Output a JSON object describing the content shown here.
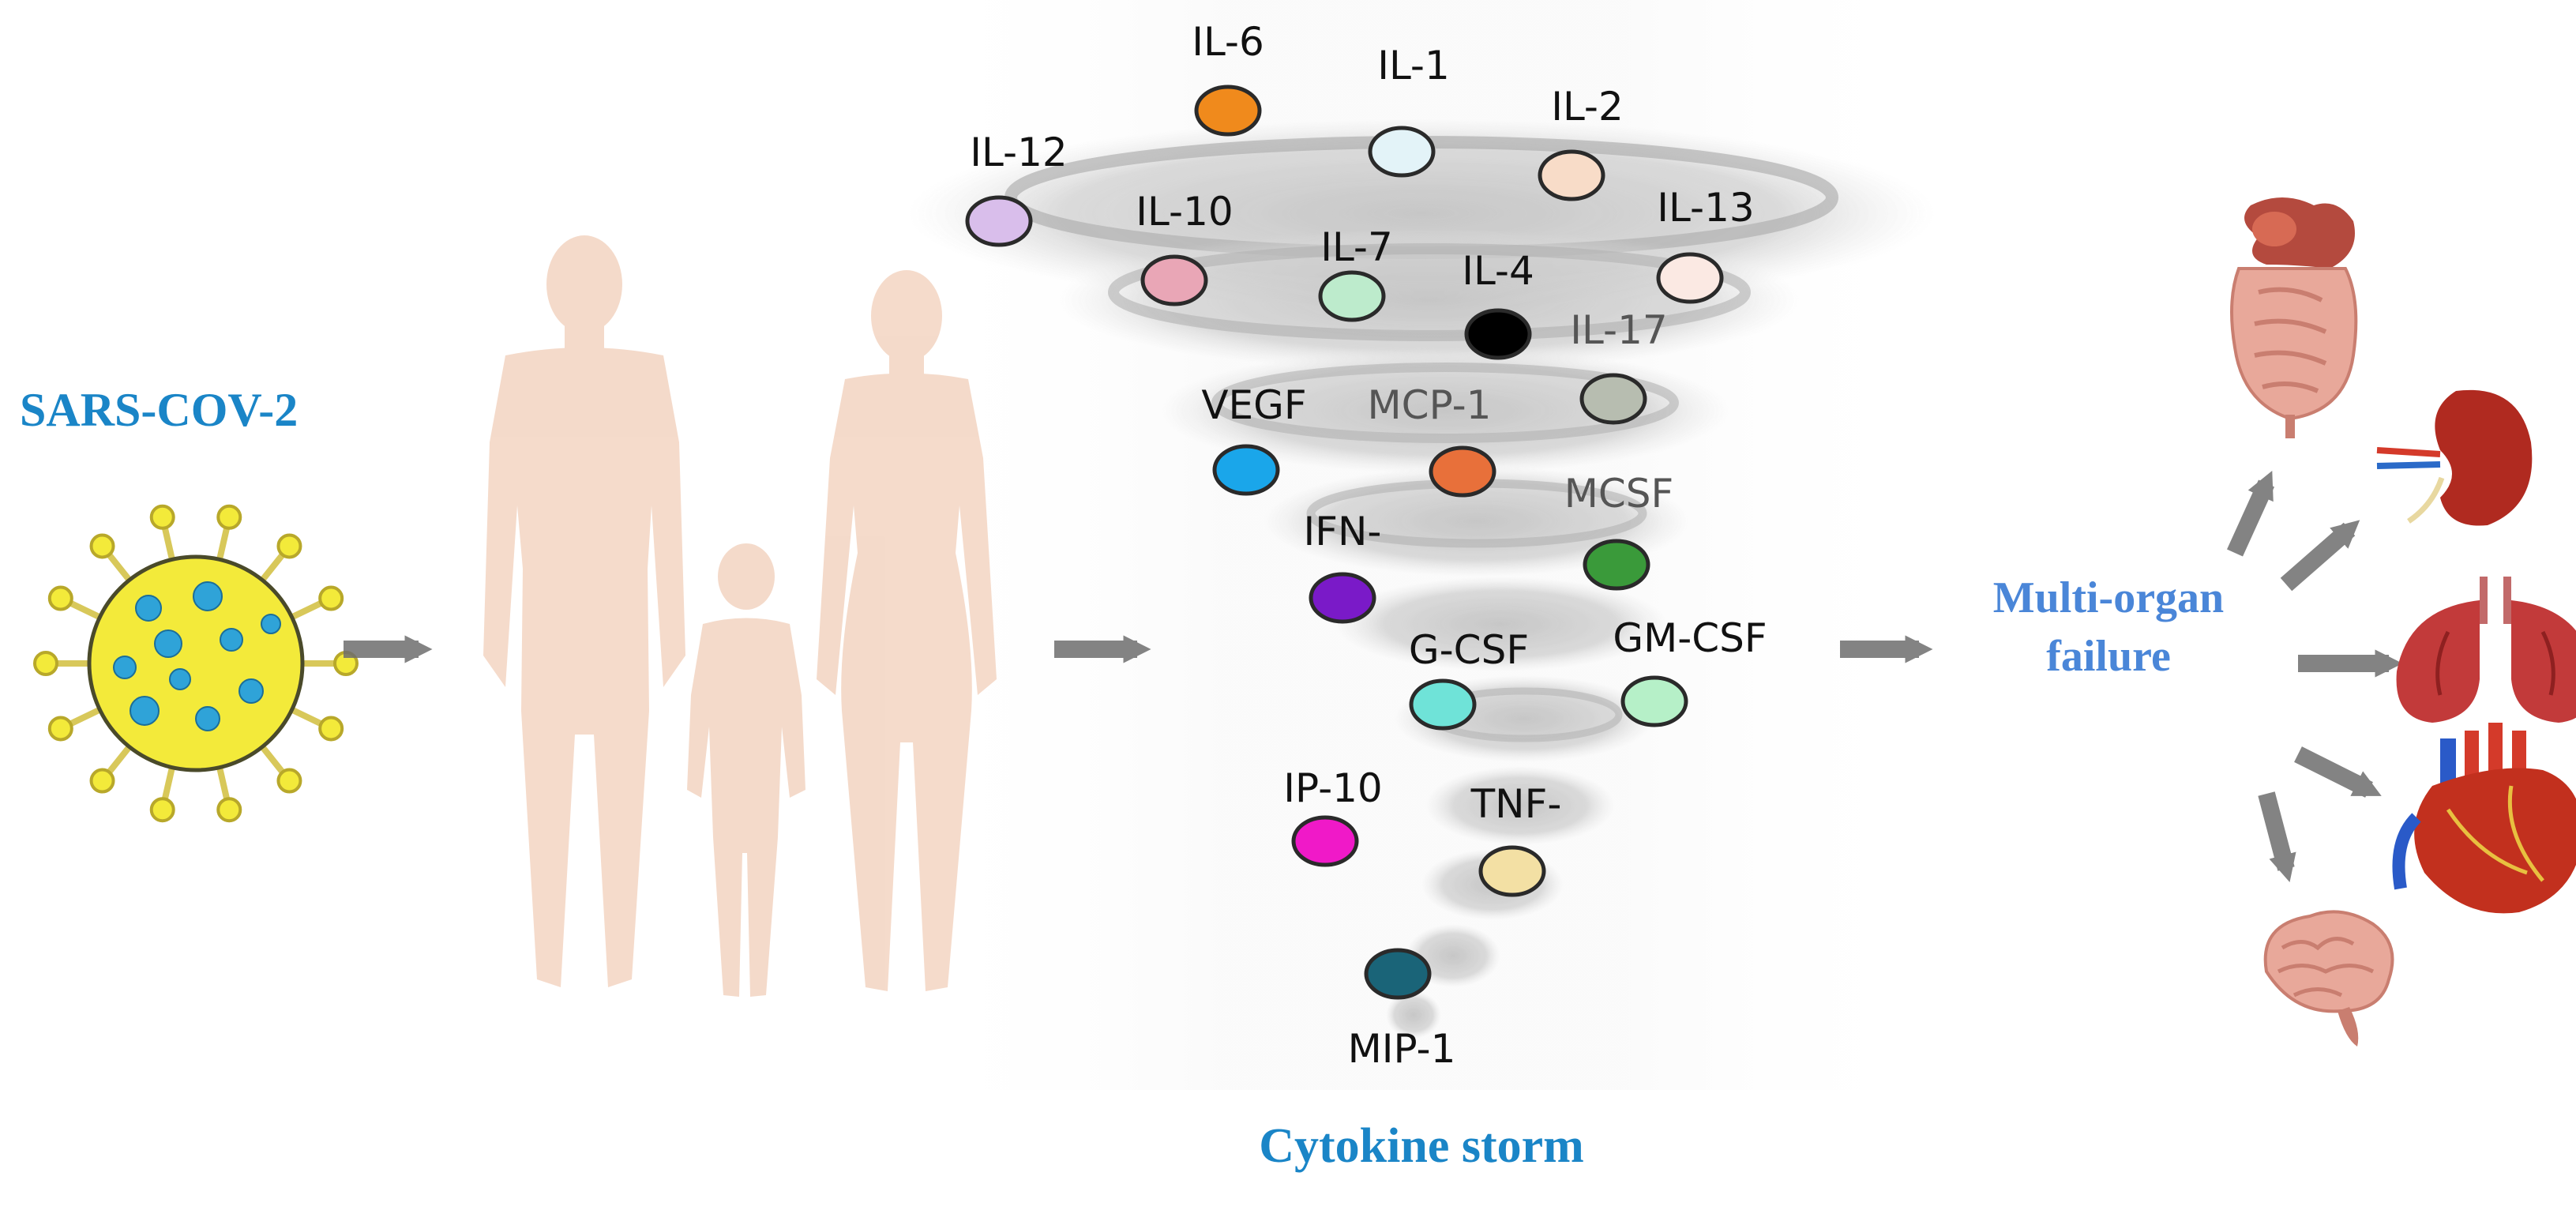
{
  "virus": {
    "label": "SARS-COV-2",
    "icon": "virus-icon",
    "body_color": "#F3EA3A",
    "dot_color": "#2FA3D8"
  },
  "people": {
    "icon": "human-silhouettes-icon",
    "color": "#F4D9C8"
  },
  "tornado": {
    "icon": "tornado-icon",
    "label": "Cytokine storm",
    "color": "#9A9A9A"
  },
  "outcome": {
    "line1": "Multi-organ",
    "line2": "failure",
    "color": "#4A86D8"
  },
  "cytokines": [
    {
      "id": "il6",
      "label": "IL-6",
      "fill": "#F08A1C",
      "label_color": "#111111"
    },
    {
      "id": "il1",
      "label": "IL-1",
      "fill": "#E3F3F8",
      "label_color": "#111111"
    },
    {
      "id": "il2",
      "label": "IL-2",
      "fill": "#F8DCC8",
      "label_color": "#111111"
    },
    {
      "id": "il12",
      "label": "IL-12",
      "fill": "#D9BEEB",
      "label_color": "#111111"
    },
    {
      "id": "il10",
      "label": "IL-10",
      "fill": "#E9A6B6",
      "label_color": "#111111"
    },
    {
      "id": "il7",
      "label": "IL-7",
      "fill": "#BDEBCC",
      "label_color": "#111111"
    },
    {
      "id": "il13",
      "label": "IL-13",
      "fill": "#FBE9E3",
      "label_color": "#111111"
    },
    {
      "id": "il4",
      "label": "IL-4",
      "fill": "#000000",
      "label_color": "#111111"
    },
    {
      "id": "il17",
      "label": "IL-17",
      "fill": "#B7BDB0",
      "label_color": "#555555"
    },
    {
      "id": "vegf",
      "label": "VEGF",
      "fill": "#1AA6EA",
      "label_color": "#111111"
    },
    {
      "id": "mcp1",
      "label": "MCP-1",
      "fill": "#E8703A",
      "label_color": "#555555"
    },
    {
      "id": "mcsf",
      "label": "MCSF",
      "fill": "#3A9A3A",
      "label_color": "#555555"
    },
    {
      "id": "ifn",
      "label": "IFN-",
      "fill": "#7A1AC8",
      "label_color": "#111111"
    },
    {
      "id": "gcsf",
      "label": "G-CSF",
      "fill": "#6FE3D8",
      "label_color": "#111111"
    },
    {
      "id": "gmcsf",
      "label": "GM-CSF",
      "fill": "#B6F0C8",
      "label_color": "#111111"
    },
    {
      "id": "ip10",
      "label": "IP-10",
      "fill": "#F019C8",
      "label_color": "#111111"
    },
    {
      "id": "tnf",
      "label": "TNF-",
      "fill": "#F3E0A4",
      "label_color": "#111111"
    },
    {
      "id": "mip1",
      "label": "MIP-1",
      "fill": "#1A6478",
      "label_color": "#111111"
    }
  ],
  "organs": [
    {
      "id": "intestine",
      "icon": "intestines-icon"
    },
    {
      "id": "kidney",
      "icon": "kidney-icon"
    },
    {
      "id": "lungs",
      "icon": "lungs-icon"
    },
    {
      "id": "heart",
      "icon": "heart-icon"
    },
    {
      "id": "brain",
      "icon": "brain-icon"
    }
  ],
  "arrows": {
    "icon": "arrow-icon",
    "color": "#6E6E6E"
  }
}
